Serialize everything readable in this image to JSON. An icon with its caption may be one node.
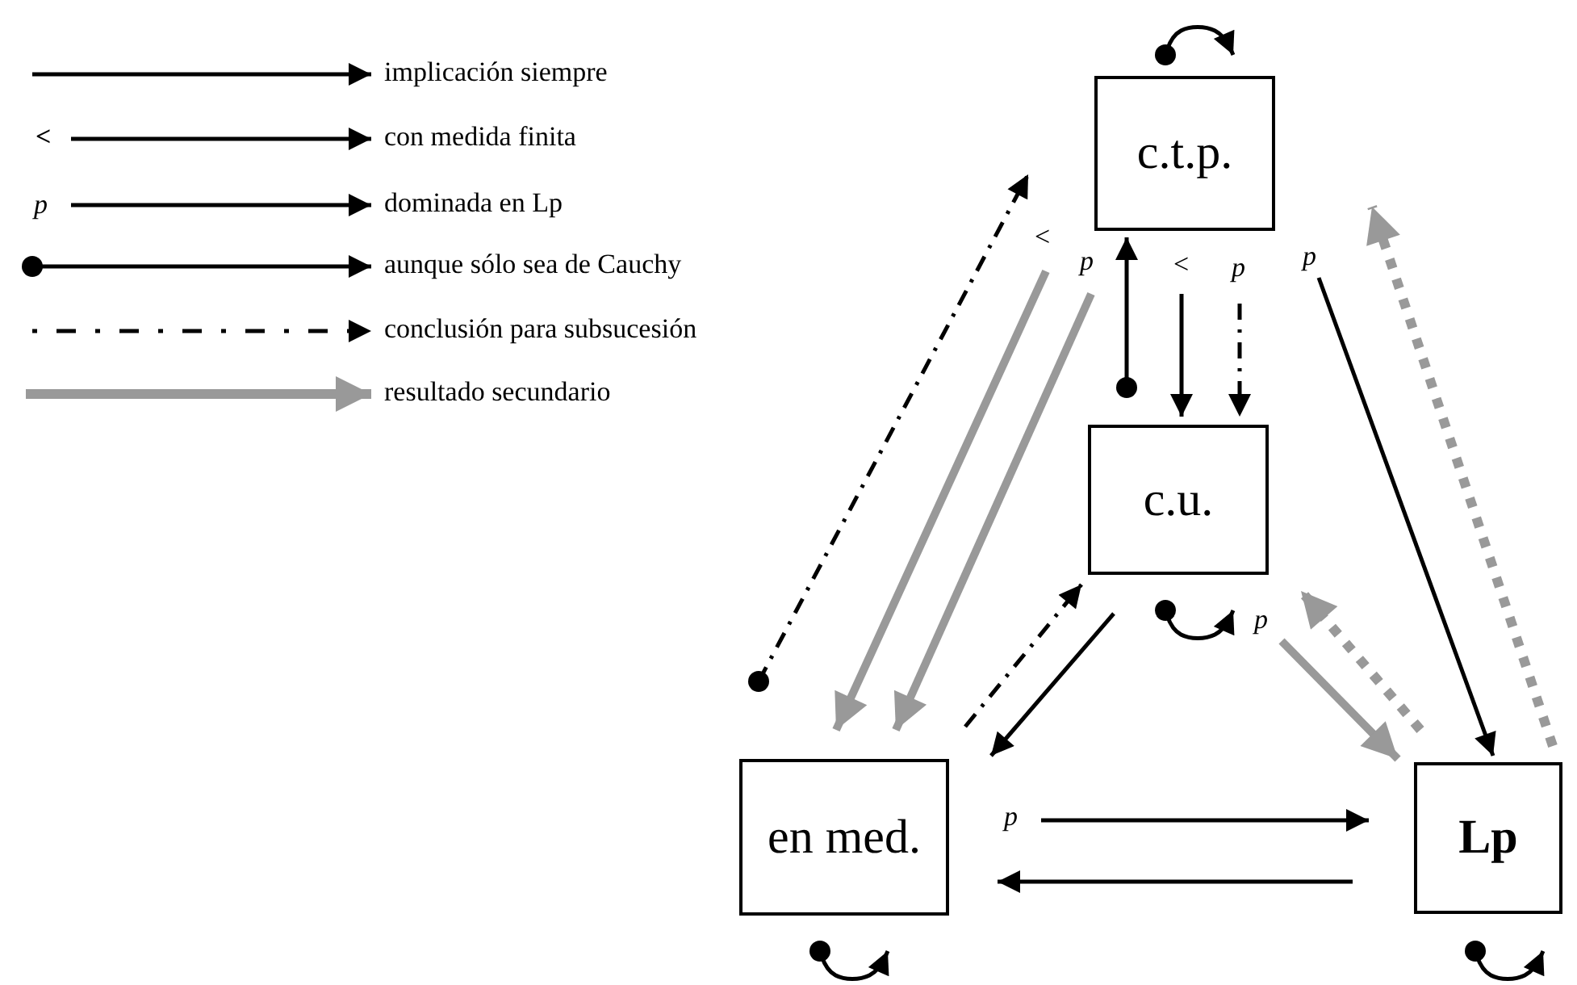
{
  "diagram": {
    "nodes": [
      {
        "text": [
          "c.t.p."
        ]
      },
      {
        "text": [
          "c.u."
        ]
      },
      {
        "text": [
          "en med."
        ]
      },
      {
        "text": [
          "Lp"
        ]
      }
    ],
    "edges": [
      {
        "from": null,
        "to": 0,
        "arrow": "to",
        "style": "dashed"
      },
      {
        "from": 0,
        "to": 2,
        "arrow": "to",
        "label": "<",
        "style": "thick",
        "color": "#999999"
      },
      {
        "from": 0,
        "to": 2,
        "arrow": "to",
        "label": "p",
        "style": "thick",
        "color": "#999999"
      },
      {
        "from": 1,
        "to": 0,
        "arrow": "to"
      },
      {
        "from": 0,
        "to": 1,
        "arrow": "to",
        "label": "<"
      },
      {
        "from": 0,
        "to": 1,
        "arrow": "to",
        "label": "p",
        "style": "dashed"
      },
      {
        "from": 0,
        "to": 3,
        "arrow": "to",
        "label": "p"
      },
      {
        "from": 3,
        "to": 0,
        "arrow": "to",
        "style": "dashed",
        "color": "#999999"
      },
      {
        "from": 2,
        "to": 1,
        "arrow": "to",
        "style": "dashed"
      },
      {
        "from": 1,
        "to": 2,
        "arrow": "to"
      },
      {
        "from": 1,
        "to": 3,
        "arrow": "to",
        "label": "p",
        "style": "thick",
        "color": "#999999"
      },
      {
        "from": 3,
        "to": 1,
        "arrow": "to",
        "style": "dashed",
        "color": "#999999"
      },
      {
        "from": 2,
        "to": 3,
        "arrow": "to",
        "label": "p"
      },
      {
        "from": 3,
        "to": 2,
        "arrow": "to"
      },
      {
        "from": 0,
        "to": 0,
        "arrow": "to"
      },
      {
        "from": 1,
        "to": 1,
        "arrow": "to"
      },
      {
        "from": 2,
        "to": 2,
        "arrow": "to"
      },
      {
        "from": 3,
        "to": 3,
        "arrow": "to"
      }
    ],
    "labels": [
      "<",
      "p"
    ],
    "legend": [
      {
        "text": "implicación siempre"
      },
      {
        "text": "con medida finita"
      },
      {
        "text": "dominada en Lp"
      },
      {
        "text": "aunque sólo sea de Cauchy"
      },
      {
        "text": "conclusión para subsucesión"
      },
      {
        "text": "resultado secundario"
      }
    ]
  }
}
